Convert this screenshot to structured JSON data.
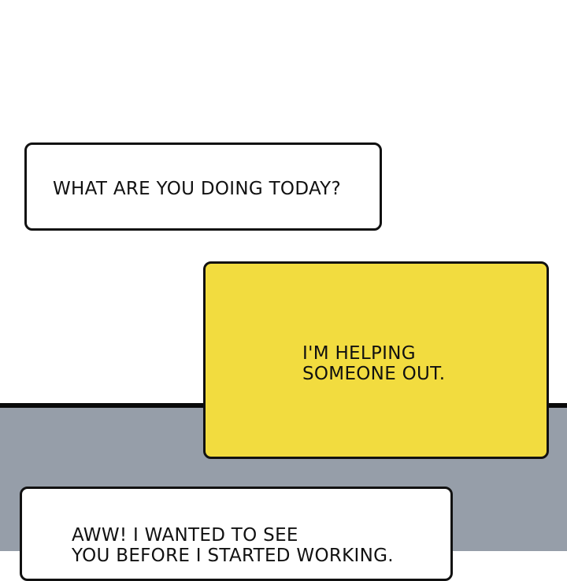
{
  "bubbles": [
    {
      "speaker": "left",
      "text": "WHAT ARE YOU DOING TODAY?"
    },
    {
      "speaker": "right",
      "text": "I'M HELPING\nSOMEONE OUT."
    },
    {
      "speaker": "left",
      "text": "AWW! I WANTED TO SEE\nYOU BEFORE I STARTED WORKING."
    }
  ],
  "colors": {
    "page_background": "#ffffff",
    "lower_panel_background": "#969ea9",
    "panel_border": "#0a0a0a",
    "bubble_white": "#ffffff",
    "bubble_yellow": "#f2dc3f",
    "bubble_outline": "#111111"
  }
}
